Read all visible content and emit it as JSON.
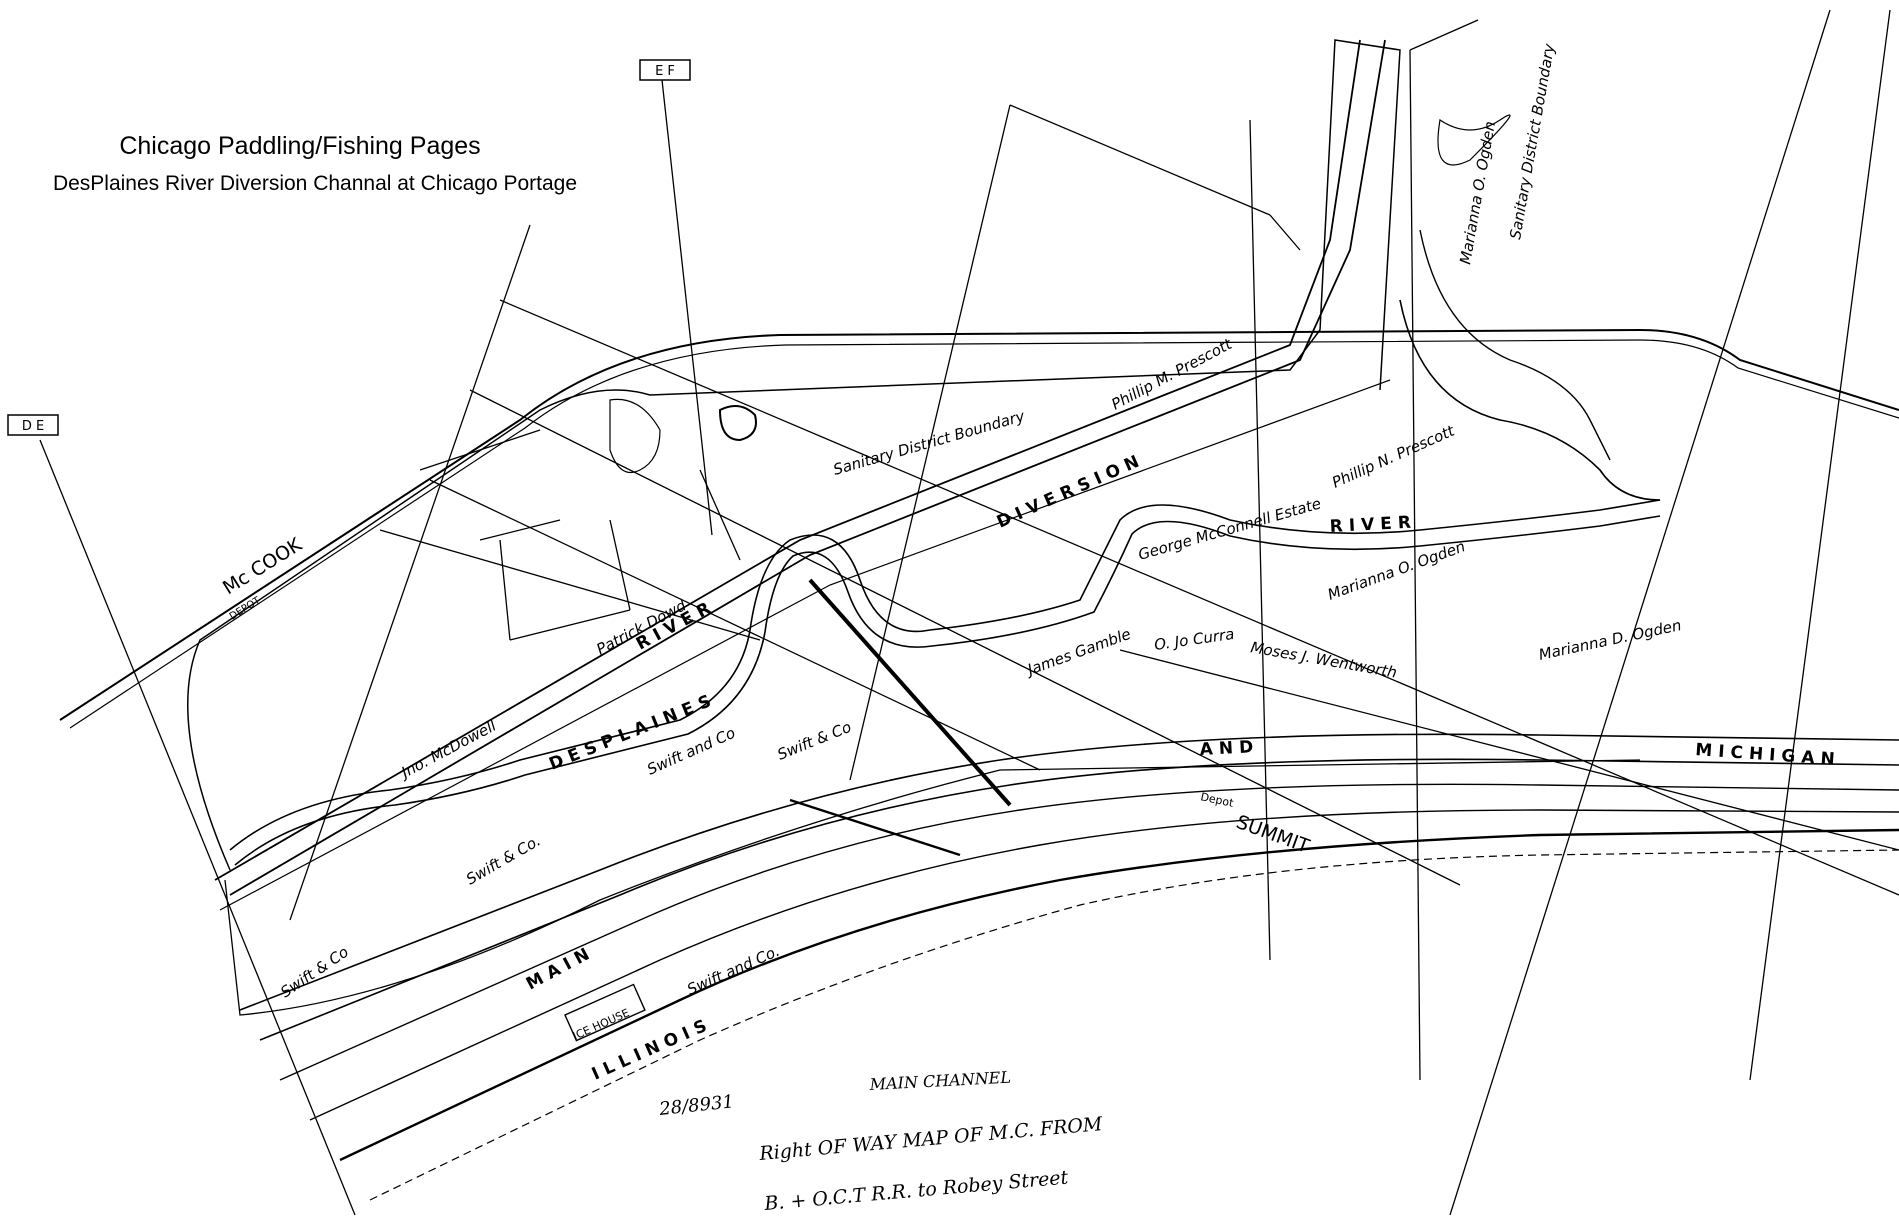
{
  "header": {
    "title": "Chicago Paddling/Fishing Pages",
    "subtitle": "DesPlaines River Diversion Channal at Chicago Portage"
  },
  "map": {
    "section_markers": [
      "D E",
      "E F"
    ],
    "places": {
      "mccook": "Mc COOK",
      "summit": "SUMMIT",
      "depot_mccook": "DEPOT",
      "depot_summit": "Depot"
    },
    "channel_words": {
      "diversion": "DIVERSION",
      "river_upper": "RIVER",
      "river_mid": "RIVER",
      "desplaines": "DESPLAINES",
      "and": "AND",
      "michigan": "MICHIGAN",
      "main": "MAIN",
      "illinois": "ILLINOIS"
    },
    "owners": {
      "prescott_1": "Phillip M. Prescott",
      "prescott_2": "Phillip N. Prescott",
      "mcconnell": "George McConnell Estate",
      "gamble": "James Gamble",
      "swift_1": "Swift & Co",
      "swift_2": "Swift & Co.",
      "swift_3": "Swift & Co",
      "swift_4": "Swift and Co.",
      "swift_5": "Swift and Co",
      "ogden_1": "Marianna O. Ogden",
      "ogden_2": "Marianna D. Ogden",
      "ogden_3": "Marianna O. Ogden",
      "curran": "O. Jo Curra",
      "moses": "Moses J. Wentworth",
      "patrick": "Patrick Dowd",
      "sanitary": "Sanitary District Boundary",
      "sanitary_2": "Sanitary District Boundary",
      "ice_house": "ICE HOUSE",
      "mcdowell": "Jno. McDowell"
    },
    "notes": {
      "main_channel": "MAIN CHANNEL",
      "file_no": "28/8931",
      "caption_line1": "Right OF WAY MAP OF M.C. FROM",
      "caption_line2": "B. + O.C.T R.R. to Robey Street"
    }
  }
}
